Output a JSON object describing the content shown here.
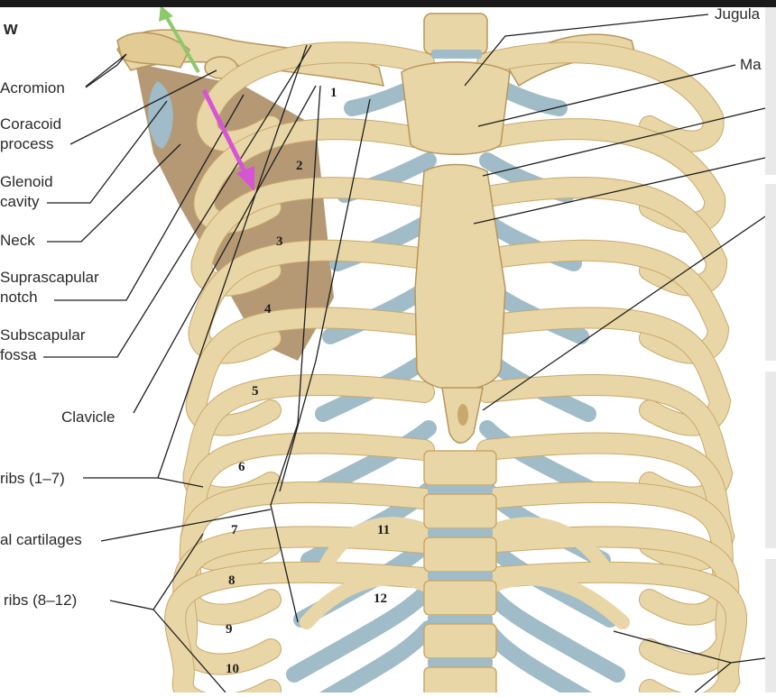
{
  "heading": "w",
  "left_labels": {
    "acromion": "Acromion",
    "coracoid_1": "Coracoid",
    "coracoid_2": "process",
    "glenoid_1": "Glenoid",
    "glenoid_2": "cavity",
    "neck": "Neck",
    "suprascapular_1": "Suprascapular",
    "suprascapular_2": "notch",
    "subscapular_1": "Subscapular",
    "subscapular_2": "fossa",
    "clavicle": "Clavicle",
    "true_ribs": "ribs (1–7)",
    "costal_cartilages": "al cartilages",
    "false_ribs": "ribs (8–12)"
  },
  "right_labels": {
    "jugular": "Jugula",
    "manubrium": "Ma"
  },
  "rib_numbers": [
    "1",
    "2",
    "3",
    "4",
    "5",
    "6",
    "7",
    "8",
    "9",
    "10",
    "11",
    "12"
  ],
  "colors": {
    "bone": "#e9d6a6",
    "bone_shadow": "#c9a86b",
    "cartilage": "#9fbcc8",
    "scapula": "#a8865c",
    "green_arrow": "#8cc96a",
    "magenta_arrow": "#d655d6"
  }
}
